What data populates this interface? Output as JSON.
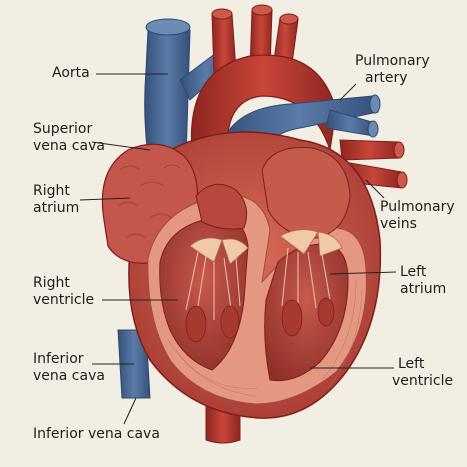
{
  "colors": {
    "background": "#f3eee4",
    "vein_blue": "#4a6a94",
    "vein_blue_dark": "#2f4a70",
    "artery_red": "#b8372e",
    "artery_red_dark": "#7e1f1a",
    "muscle": "#c9574a",
    "muscle_light": "#e08a72",
    "chamber": "#b4433a",
    "valve": "#f0c9a6",
    "leader_line": "#222222"
  },
  "labels": {
    "aorta": "Aorta",
    "superior_vena_cava": [
      "Superior",
      "vena cava"
    ],
    "right_atrium": [
      "Right",
      "atrium"
    ],
    "right_ventricle": [
      "Right",
      "ventricle"
    ],
    "inferior_vena_cava_left": [
      "Inferior",
      "vena cava"
    ],
    "inferior_vena_cava_bottom": "Inferior vena cava",
    "pulmonary_artery": [
      "Pulmonary",
      "artery"
    ],
    "pulmonary_veins": [
      "Pulmonary",
      "veins"
    ],
    "left_atrium": [
      "Left",
      "atrium"
    ],
    "left_ventricle": [
      "Left",
      "ventricle"
    ]
  }
}
